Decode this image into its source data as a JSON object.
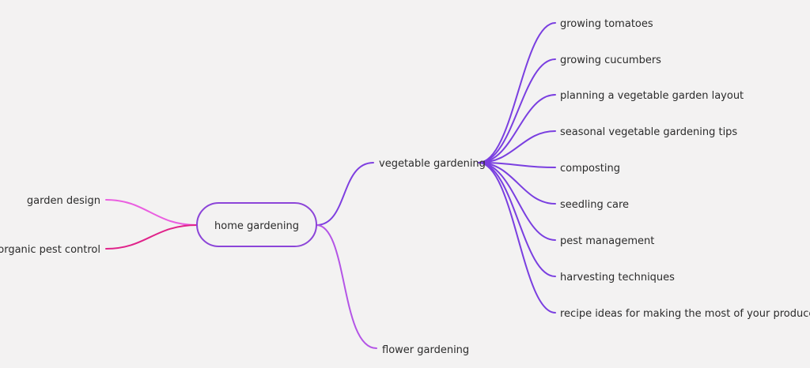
{
  "mindmap": {
    "root": "home gardening",
    "left_topics": [
      "garden design",
      "organic pest control"
    ],
    "right_topics": [
      "vegetable gardening",
      "flower gardening"
    ],
    "vegetable_subtopics": [
      "growing tomatoes",
      "growing cucumbers",
      "planning a vegetable garden layout",
      "seasonal vegetable gardening tips",
      "composting",
      "seedling care",
      "pest management",
      "harvesting techniques",
      "recipe ideas for making the most of your produce"
    ]
  }
}
